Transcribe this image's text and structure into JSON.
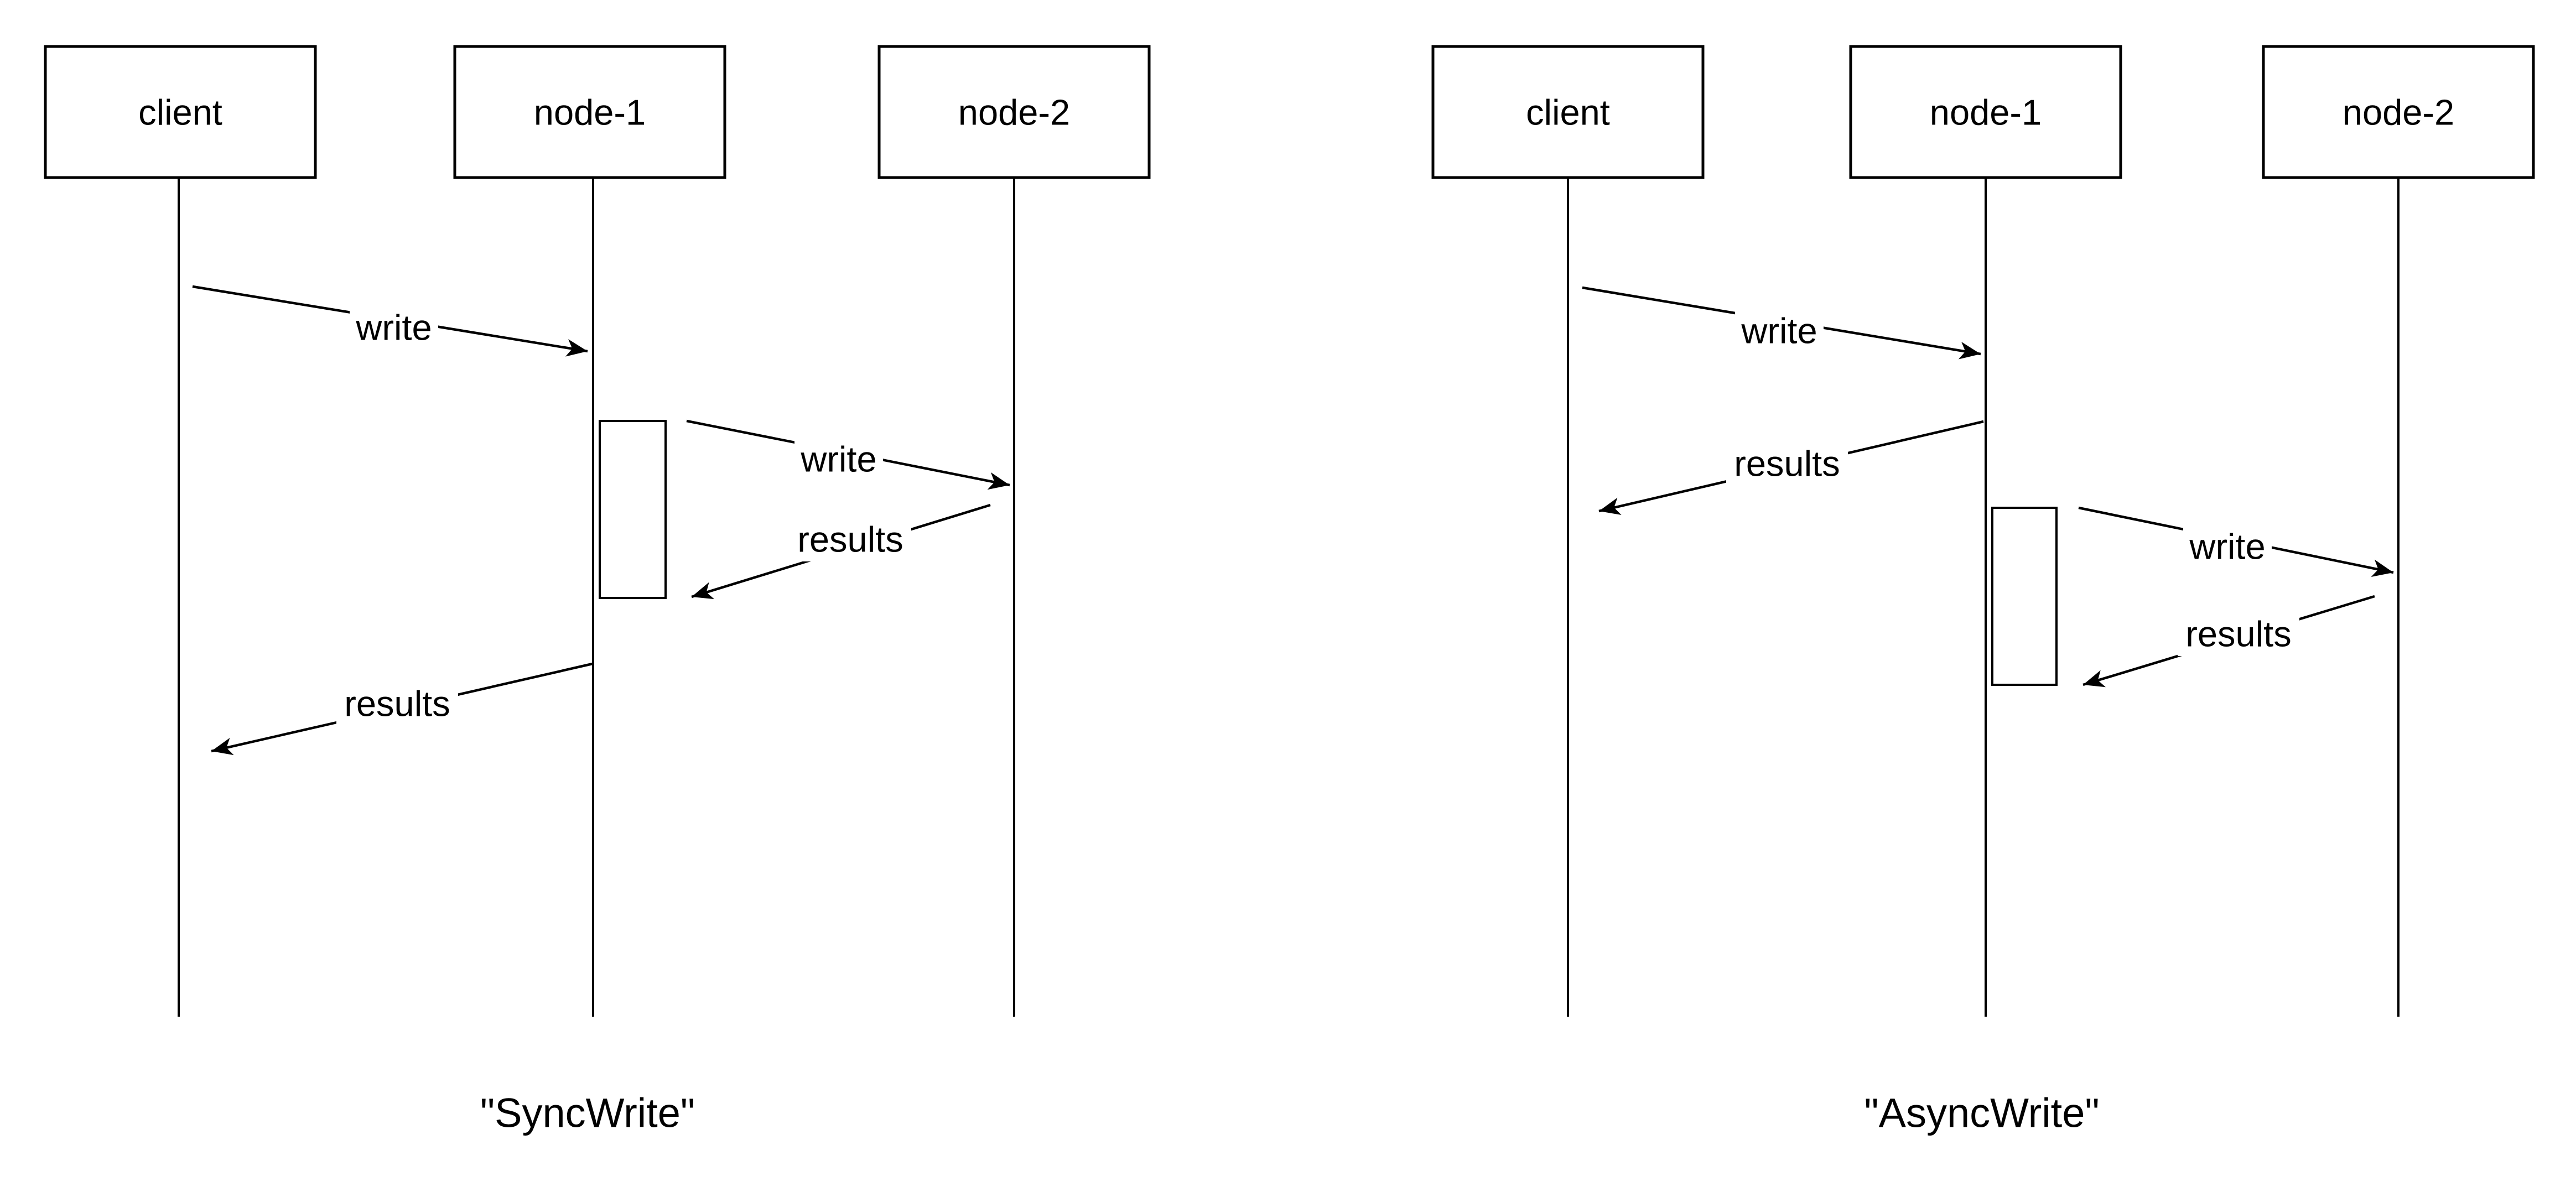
{
  "canvas": {
    "background": "#ffffff",
    "ink": "#000000"
  },
  "diagrams": [
    {
      "caption": "\"SyncWrite\"",
      "actors": [
        {
          "name": "client"
        },
        {
          "name": "node-1"
        },
        {
          "name": "node-2"
        }
      ],
      "activation_on": "node-1",
      "messages": [
        {
          "from": "client",
          "to": "node-1",
          "label": "write"
        },
        {
          "from": "node-1",
          "to": "node-2",
          "label": "write"
        },
        {
          "from": "node-2",
          "to": "node-1",
          "label": "results"
        },
        {
          "from": "node-1",
          "to": "client",
          "label": "results"
        }
      ]
    },
    {
      "caption": "\"AsyncWrite\"",
      "actors": [
        {
          "name": "client"
        },
        {
          "name": "node-1"
        },
        {
          "name": "node-2"
        }
      ],
      "activation_on": "node-1",
      "messages": [
        {
          "from": "client",
          "to": "node-1",
          "label": "write"
        },
        {
          "from": "node-1",
          "to": "client",
          "label": "results"
        },
        {
          "from": "node-1",
          "to": "node-2",
          "label": "write"
        },
        {
          "from": "node-2",
          "to": "node-1",
          "label": "results"
        }
      ]
    }
  ]
}
